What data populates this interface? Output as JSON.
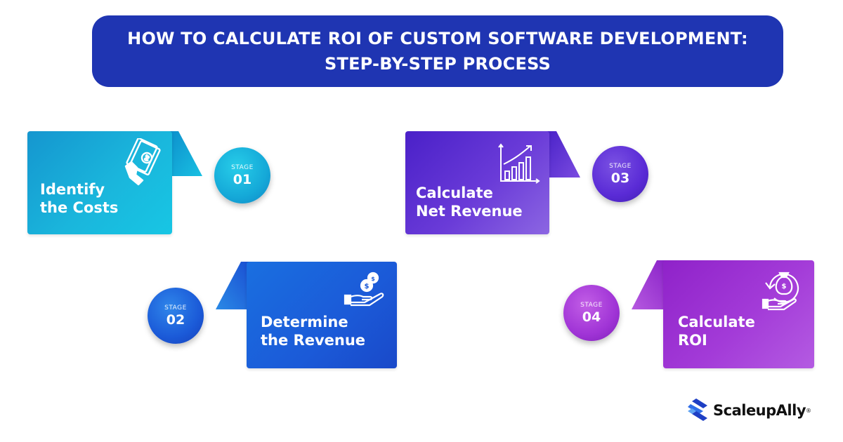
{
  "title": {
    "line1": "HOW TO CALCULATE ROI OF CUSTOM SOFTWARE DEVELOPMENT:",
    "line2": "STEP-BY-STEP PROCESS"
  },
  "stages": [
    {
      "stage_label": "STAGE",
      "number": "01",
      "title": "Identify\nthe Costs",
      "icon": "cash-in-hand-icon"
    },
    {
      "stage_label": "STAGE",
      "number": "02",
      "title": "Determine\nthe Revenue",
      "icon": "coins-in-hand-icon"
    },
    {
      "stage_label": "STAGE",
      "number": "03",
      "title": "Calculate\nNet Revenue",
      "icon": "growth-chart-icon"
    },
    {
      "stage_label": "STAGE",
      "number": "04",
      "title": "Calculate\nROI",
      "icon": "money-bag-return-icon"
    }
  ],
  "logo": {
    "name": "ScaleupAlly",
    "mark": "®"
  },
  "colors": {
    "banner": "#1f35b2",
    "stage1": "#16b3d8",
    "stage2": "#1a5fd8",
    "stage3": "#5a2bd6",
    "stage4": "#9c2ed4"
  }
}
